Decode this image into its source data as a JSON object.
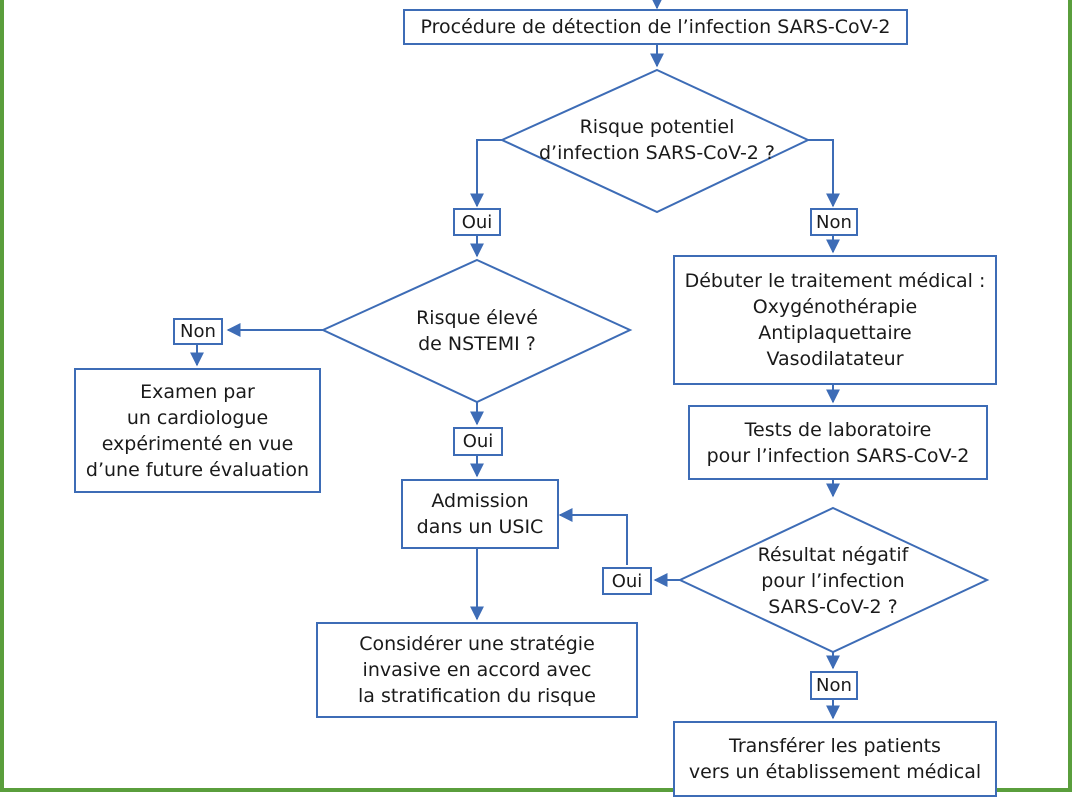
{
  "flowchart": {
    "detection": "Procédure de détection de l’infection SARS-CoV-2",
    "q1": "Risque potentiel\nd’infection SARS-CoV-2 ?",
    "q1_yes": "Oui",
    "q1_no": "Non",
    "q2": "Risque élevé\nde NSTEMI ?",
    "q2_no": "Non",
    "exam": "Examen par\nun cardiologue\nexpérimenté en vue\nd’une future évaluation",
    "q2_yes": "Oui",
    "admission": "Admission\ndans un USIC",
    "invasive": "Considérer une stratégie\ninvasive en accord avec\nla stratification du risque",
    "treatment": "Débuter le traitement médical :\nOxygénothérapie\nAntiplaquettaire\nVasodilatateur",
    "tests": "Tests de laboratoire\npour l’infection SARS-CoV-2",
    "q3": "Résultat négatif\npour l’infection\nSARS-CoV-2 ?",
    "q3_yes": "Oui",
    "q3_no": "Non",
    "transfer": "Transférer les patients\nvers un établissement médical"
  },
  "colors": {
    "border": "#5a9e3c",
    "line": "#3d6cb6"
  }
}
